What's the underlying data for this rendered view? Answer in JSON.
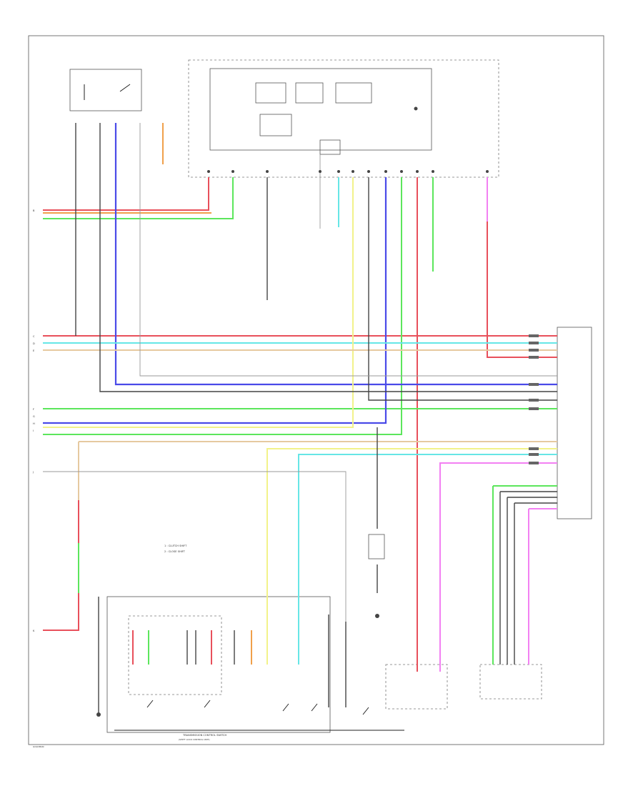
{
  "page": {
    "background": "#ffffff",
    "border": "#555555"
  },
  "wire_colors": {
    "red": "#e8505b",
    "orange": "#f0a04b",
    "green": "#5ce65c",
    "blue": "#4a4ae8",
    "cyan": "#66e6e6",
    "yellow": "#f2f28a",
    "pink": "#f280f2",
    "tan": "#e6c9a0",
    "black": "#222222",
    "gray": "#999999"
  },
  "labels": {
    "left_page_marker": "B",
    "left_marker_c": "C",
    "left_marker_d": "D",
    "left_marker_e": "E",
    "left_marker_f": "F",
    "left_marker_g": "G",
    "left_marker_h": "H",
    "left_marker_i": "I",
    "left_marker_j": "J",
    "left_marker_k": "K",
    "shift_note_1": "1 : CLUTCH SHIFT",
    "shift_note_2": "2 : CLOSE SHIFT",
    "ts_caption_1": "TRANSMISSION CONTROL SWITCH",
    "ts_caption_2": "(SHIFT LOCK CONTROL UNIT)",
    "footer_tag": "GOLDMAN"
  }
}
